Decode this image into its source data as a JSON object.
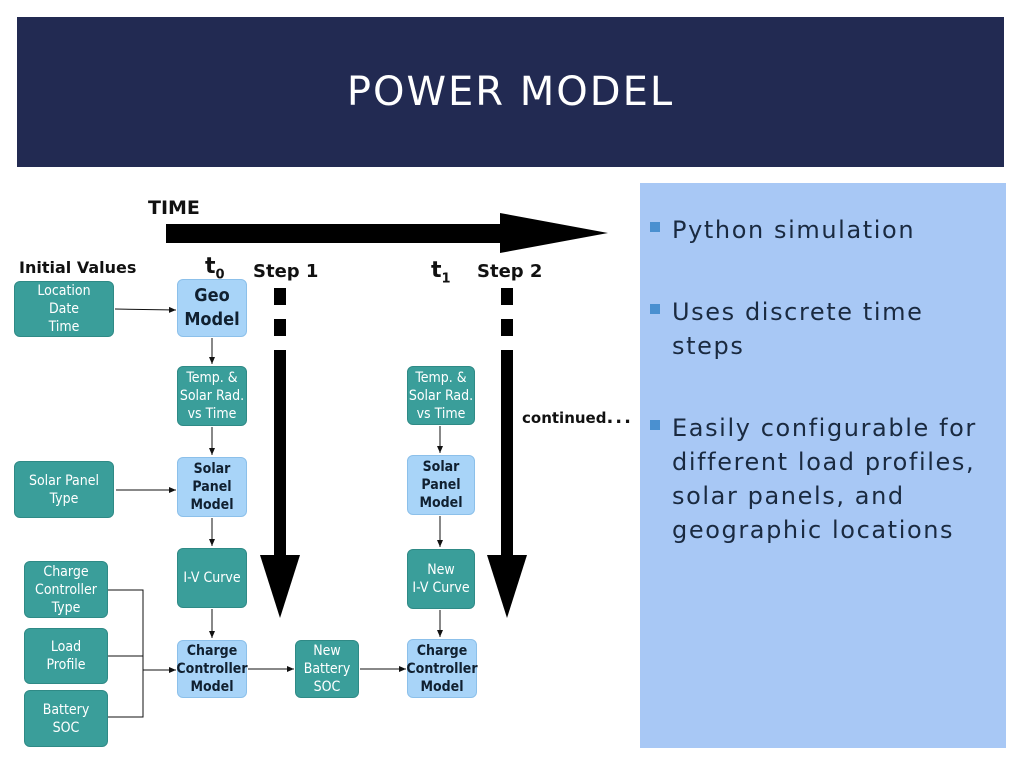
{
  "slide": {
    "title": "POWER MODEL"
  },
  "bullets": [
    "Python simulation",
    "Uses discrete time steps",
    "Easily configurable for different load profiles, solar panels, and geographic locations"
  ],
  "diagram": {
    "time_label": "TIME",
    "initial_values_label": "Initial Values",
    "t0_main": "t",
    "t0_sub": "0",
    "t1_main": "t",
    "t1_sub": "1",
    "step1_label": "Step 1",
    "step2_label": "Step 2",
    "continued_label": "continued",
    "continued_dots": "...",
    "boxes": {
      "location_date_time": "Location\nDate\nTime",
      "geo_model": "Geo\nModel",
      "temp_solar_1": "Temp. &\nSolar Rad.\nvs Time",
      "solar_panel_type": "Solar Panel\nType",
      "solar_panel_model_1": "Solar\nPanel\nModel",
      "iv_curve": "I-V Curve",
      "charge_controller_type": "Charge\nController\nType",
      "load_profile": "Load\nProfile",
      "battery_soc": "Battery\nSOC",
      "charge_controller_model_1": "Charge\nController\nModel",
      "new_battery_soc": "New\nBattery\nSOC",
      "temp_solar_2": "Temp. &\nSolar Rad.\nvs Time",
      "solar_panel_model_2": "Solar\nPanel\nModel",
      "new_iv_curve": "New\nI-V Curve",
      "charge_controller_model_2": "Charge\nController\nModel"
    }
  }
}
